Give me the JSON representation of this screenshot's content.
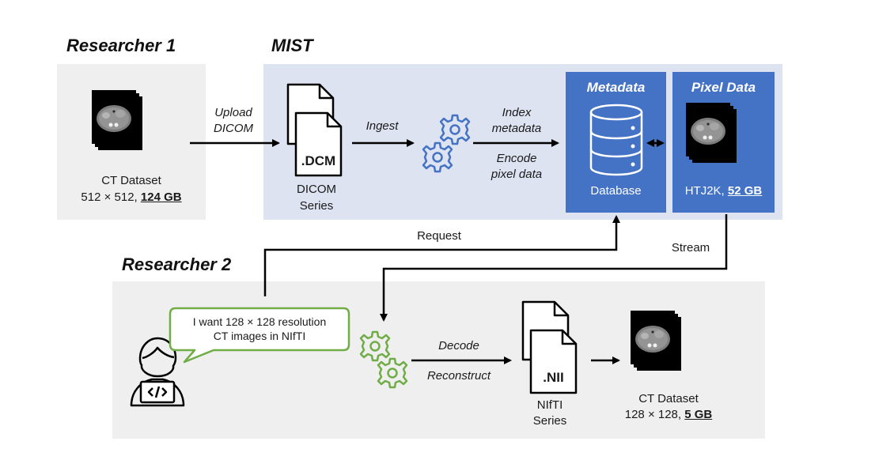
{
  "researcher1": {
    "title": "Researcher 1",
    "dataset_label": "CT Dataset",
    "dataset_size_prefix": "512 × 512, ",
    "dataset_size_value": "124 GB"
  },
  "mist": {
    "title": "MIST",
    "upload_label_1": "Upload",
    "upload_label_2": "DICOM",
    "dicom_icon_text": ".DCM",
    "dicom_caption_1": "DICOM",
    "dicom_caption_2": "Series",
    "ingest_label": "Ingest",
    "index_label_1": "Index",
    "index_label_2": "metadata",
    "encode_label_1": "Encode",
    "encode_label_2": "pixel data",
    "metadata": {
      "header": "Metadata",
      "footer": "Database"
    },
    "pixel_data": {
      "header": "Pixel Data",
      "footer_prefix": "HTJ2K, ",
      "footer_value": "52 GB"
    }
  },
  "flows": {
    "request_label": "Request",
    "stream_label": "Stream"
  },
  "researcher2": {
    "title": "Researcher 2",
    "speech_line1": "I want 128 × 128 resolution",
    "speech_line2": "CT images in NIfTI",
    "decode_label": "Decode",
    "reconstruct_label": "Reconstruct",
    "nii_icon_text": ".NII",
    "nifti_caption_1": "NIfTI",
    "nifti_caption_2": "Series",
    "dataset_label": "CT Dataset",
    "dataset_size_prefix": "128 × 128, ",
    "dataset_size_value": "5 GB"
  },
  "colors": {
    "blue_panel": "#dde3f1",
    "gray_panel": "#efefef",
    "header_blue": "#4472c4",
    "gear_blue": "#4472c4",
    "gear_green": "#70ad47",
    "speech_border": "#70ad47"
  }
}
